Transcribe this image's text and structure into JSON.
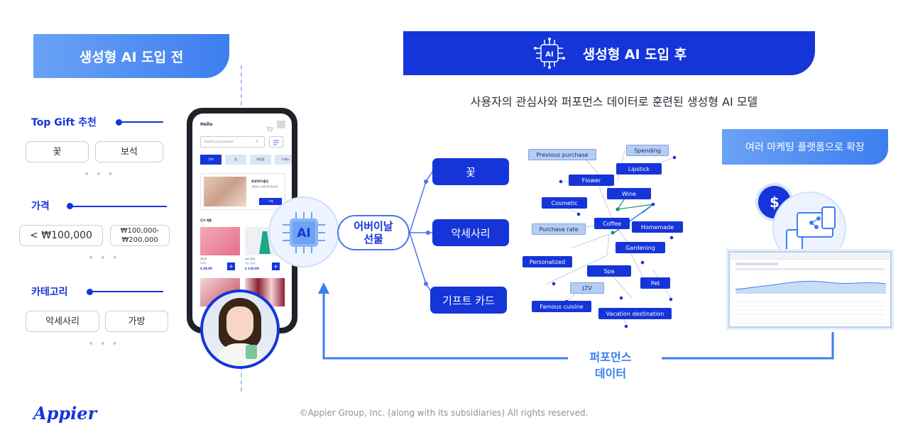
{
  "header": {
    "before": "생성형 AI 도입 전",
    "after": "생성형 AI 도입 후",
    "chip_label": "AI"
  },
  "subtitle": "사용자의 관심사와 퍼포먼스 데이터로 훈련된 생성형 AI 모델",
  "before_sections": [
    {
      "title": "Top Gift 추천",
      "pills": [
        "꽃",
        "보석"
      ]
    },
    {
      "title": "가격",
      "pills": [
        "< ₩100,000",
        "₩100,000-\n₩200,000"
      ]
    },
    {
      "title": "카테고리",
      "pills": [
        "악세사리",
        "가방"
      ]
    }
  ],
  "dots": "• • •",
  "phone": {
    "hello": "Hello",
    "search_placeholder": "Search your product",
    "tabs": [
      "전체",
      "꽃",
      "화장품",
      "드레스"
    ],
    "banner_title": "최대50%할인",
    "banner_sub": "상품정보 안내를 클릭해보세요",
    "banner_btn": "구매",
    "section": "인기 제품",
    "p1_name": "장미 꽃",
    "p1_sub": "러블리",
    "p1_price": "$ 28.00",
    "p2_name": "녹색 드레스",
    "p2_sub": "귀요 귀요운",
    "p2_price": "$ 120.00"
  },
  "ai_label": "AI",
  "gift_node": "어버이날\n선물",
  "categories": [
    "꽃",
    "악세사리",
    "기프트 카드"
  ],
  "graph_tags": [
    {
      "label": "Previous purchase",
      "style": "light"
    },
    {
      "label": "Spending",
      "style": "light"
    },
    {
      "label": "Lipstick",
      "style": "dark"
    },
    {
      "label": "Flower",
      "style": "dark"
    },
    {
      "label": "Wine",
      "style": "dark"
    },
    {
      "label": "Cosmetic",
      "style": "dark"
    },
    {
      "label": "Coffee",
      "style": "dark"
    },
    {
      "label": "Homemade",
      "style": "dark"
    },
    {
      "label": "Purchase rate",
      "style": "light"
    },
    {
      "label": "Gardening",
      "style": "dark"
    },
    {
      "label": "Personalized",
      "style": "dark"
    },
    {
      "label": "Spa",
      "style": "dark"
    },
    {
      "label": "Pet",
      "style": "dark"
    },
    {
      "label": "LTV",
      "style": "light"
    },
    {
      "label": "Famous cuisine",
      "style": "dark"
    },
    {
      "label": "Vacation destination",
      "style": "dark"
    }
  ],
  "marketing": "여러 마케팅 플랫폼으로 확장",
  "dollar": "$",
  "performance": "퍼포먼스\n데이터",
  "logo": "Appier",
  "copyright": "©Appier Group, Inc. (along with its subsidiaries) All rights reserved.",
  "colors": {
    "brand": "#1535d9",
    "accent": "#3d7ef0",
    "light_accent": "#6aa2f5"
  }
}
